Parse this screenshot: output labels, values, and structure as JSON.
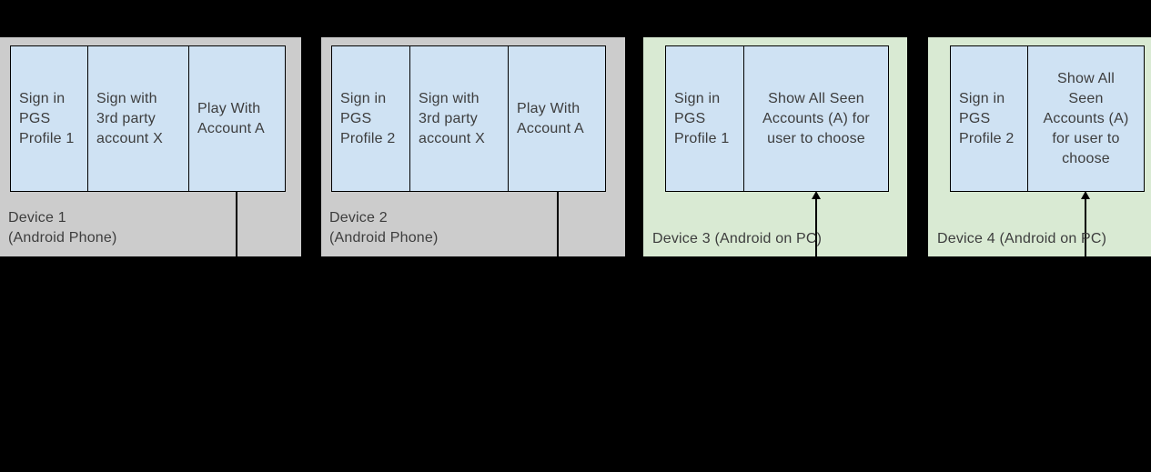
{
  "colors": {
    "background": "#000000",
    "phone_device_box": "#cccccc",
    "pc_device_box": "#d9ead3",
    "flow_cell": "#cfe2f3",
    "border": "#000000",
    "text": "#3d3d3d"
  },
  "devices": [
    {
      "label": "Device 1\n(Android Phone)",
      "type": "phone",
      "cells": [
        "Sign in\nPGS\nProfile 1",
        "Sign with\n3rd party\naccount X",
        "Play With\nAccount A"
      ],
      "connector": "line-down-from-play-with-account-a"
    },
    {
      "label": "Device 2\n(Android Phone)",
      "type": "phone",
      "cells": [
        "Sign in\nPGS\nProfile 2",
        "Sign with\n3rd party\naccount X",
        "Play With\nAccount A"
      ],
      "connector": "line-down-from-play-with-account-a"
    },
    {
      "label": "Device 3 (Android on PC)",
      "type": "pc",
      "cells": [
        "Sign in\nPGS\nProfile 1",
        "Show All Seen\nAccounts (A) for\nuser to choose"
      ],
      "connector": "arrow-up-into-show-all-seen-accounts"
    },
    {
      "label": "Device 4 (Android on PC)",
      "type": "pc",
      "cells": [
        "Sign in\nPGS\nProfile 2",
        "Show All\nSeen\nAccounts (A)\nfor user to\nchoose"
      ],
      "connector": "arrow-up-into-show-all-seen-accounts"
    }
  ]
}
